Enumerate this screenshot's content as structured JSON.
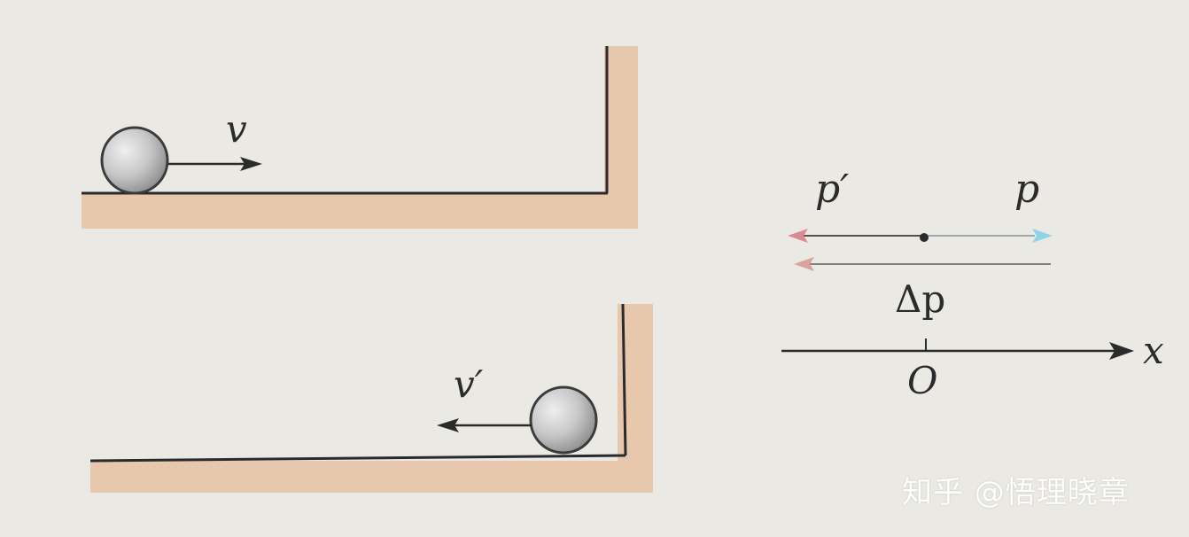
{
  "labels": {
    "velocity_initial": "v",
    "velocity_final": "v′",
    "momentum_final": "p′",
    "momentum_initial": "p",
    "momentum_change": "Δp",
    "axis_origin": "O",
    "axis_name": "x"
  },
  "watermark": {
    "text": "知乎 @悟理晓章"
  },
  "colors": {
    "background": "#ebe9e4",
    "floor": "#e7c8ad",
    "line": "#2b2b2b",
    "ball": "#c9c9c9",
    "momentum_initial_arrow": "#8fd3ea",
    "momentum_final_arrow": "#d88a93",
    "delta_arrow": "#d9a29c"
  }
}
